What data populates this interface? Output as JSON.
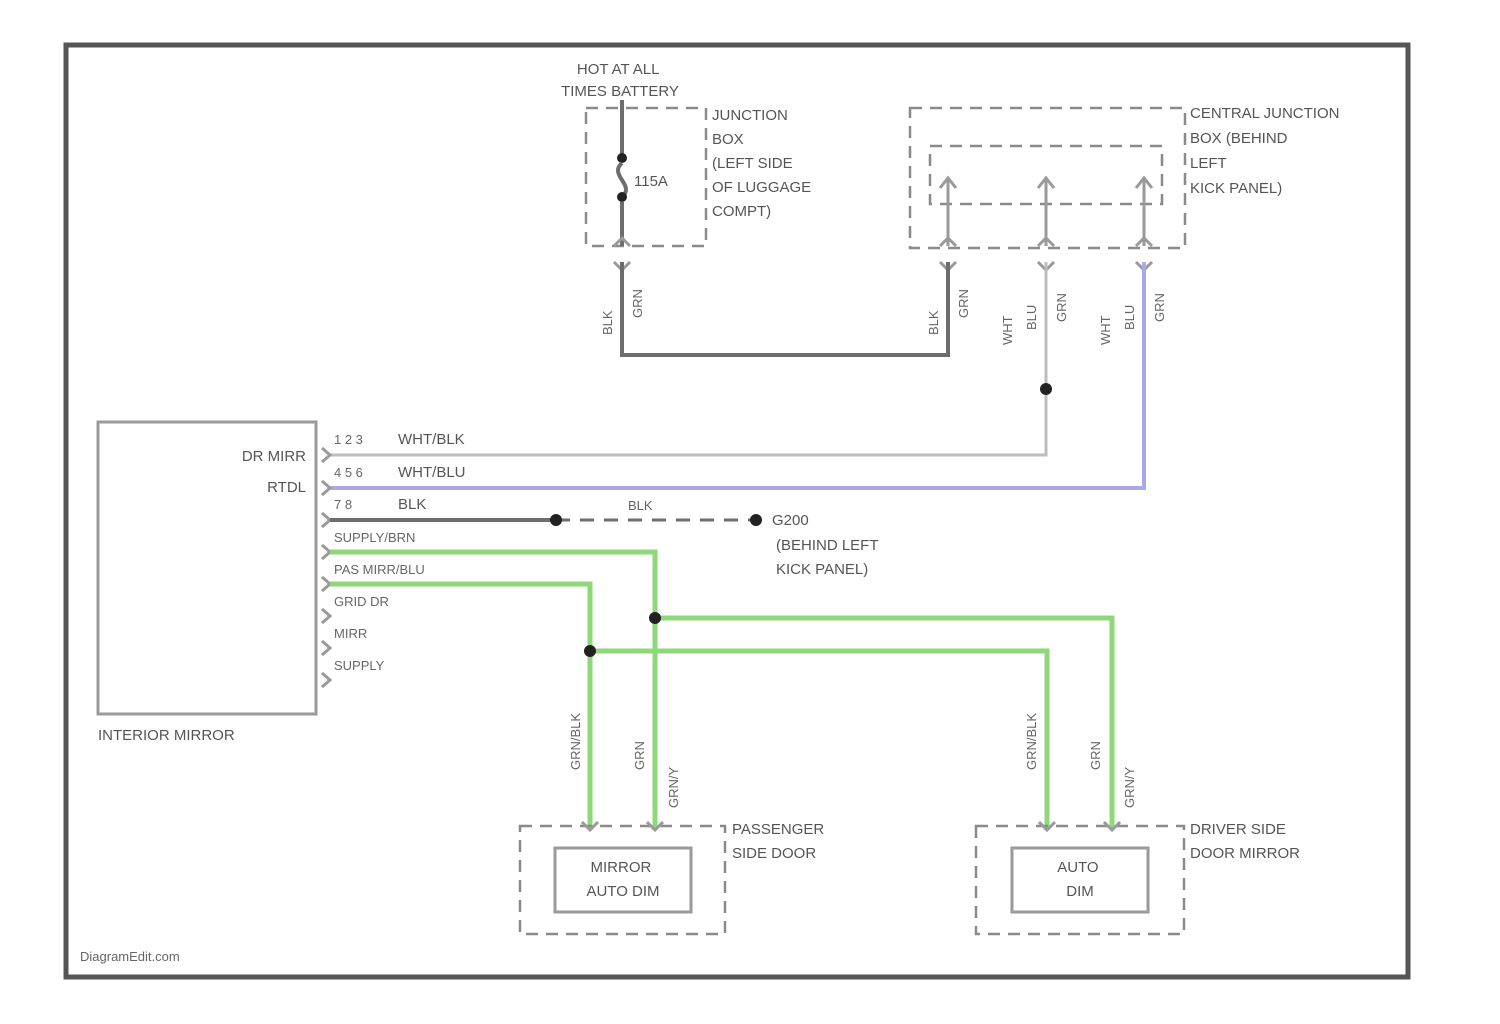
{
  "labels": {
    "battery": [
      "HOT AT ALL",
      "TIMES BATTERY"
    ],
    "junction_box": [
      "JUNCTION",
      "BOX",
      "(LEFT SIDE",
      "OF LUGGAGE",
      "COMPT)"
    ],
    "fuse": "115A",
    "central_junction": [
      "CENTRAL JUNCTION",
      "BOX (BEHIND",
      "LEFT",
      "KICK PANEL)"
    ],
    "interior_mirror": "INTERIOR MIRROR",
    "dr_mirr": "DR MIRR",
    "rtdl": "RTDL",
    "pins": [
      "1 2 3",
      "4 5 6",
      "7 8"
    ],
    "wire_codes": [
      "WHT/BLK",
      "WHT/BLU",
      "BLK"
    ],
    "supply_brn": "SUPPLY/BRN",
    "pass_wht": "PAS MIRR/BLU",
    "grid_dr": "GRID DR",
    "mirr": "MIRR",
    "supply": "SUPPLY",
    "ground": [
      "G200",
      "(BEHIND LEFT",
      "KICK PANEL)"
    ],
    "blk_mid": "BLK",
    "pass_door": [
      "PASSENGER",
      "SIDE DOOR"
    ],
    "pass_mirror_box": [
      "MIRROR",
      "AUTO DIM"
    ],
    "driver_door": [
      "DRIVER SIDE",
      "DOOR MIRROR"
    ],
    "driver_mirror_box": [
      "AUTO",
      "DIM"
    ],
    "vert_wires": {
      "jb": [
        "BLK",
        "GRN"
      ],
      "cj1": [
        "BLK",
        "GRN"
      ],
      "cj2": [
        "WHT",
        "BLU",
        "GRN"
      ],
      "cj3": [
        "WHT",
        "BLU",
        "GRN"
      ],
      "pass1": "GRN/BLK",
      "pass2": [
        "GRN",
        "GRN/Y"
      ],
      "drv1": "GRN/BLK",
      "drv2": [
        "GRN",
        "GRN/Y"
      ]
    },
    "watermark": "DiagramEdit.com"
  },
  "colors": {
    "frame": "#555555",
    "wire_dark": "#6d6d6d",
    "wire_light": "#bdbdbd",
    "wire_blue": "#a9a9ea",
    "wire_green": "#8fd87a",
    "text": "#555555"
  }
}
